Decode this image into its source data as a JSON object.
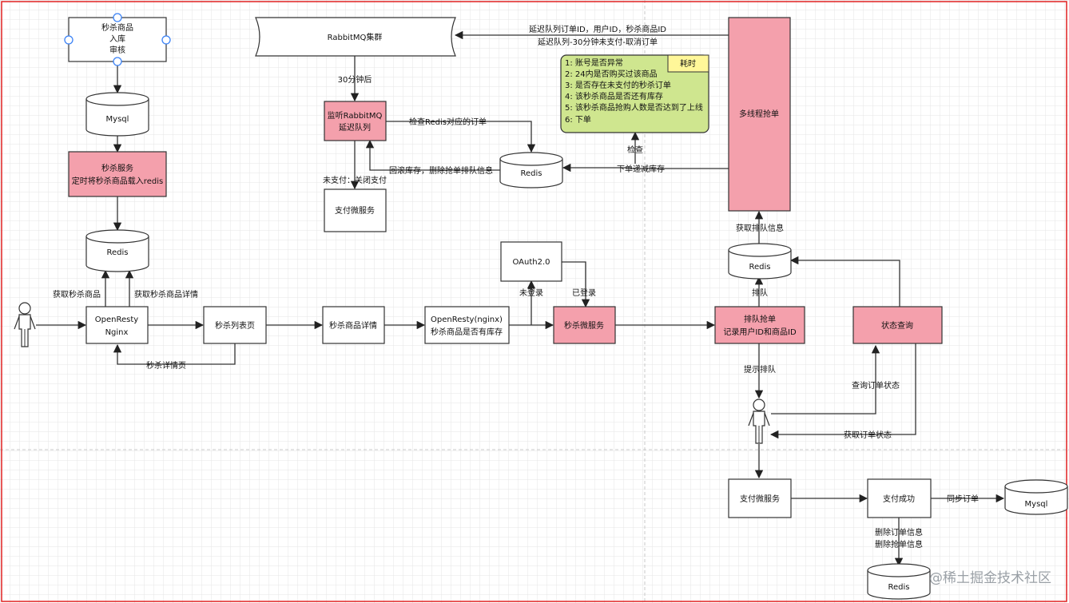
{
  "nodes": {
    "seckill_product": [
      "秒杀商品",
      "入库",
      "审核"
    ],
    "mysql_top": "Mysql",
    "seckill_service": [
      "秒杀服务",
      "定时将秒杀商品载入redis"
    ],
    "redis_left": "Redis",
    "openresty_nginx": [
      "OpenResty",
      "Nginx"
    ],
    "seckill_list": "秒杀列表页",
    "seckill_detail": "秒杀商品详情",
    "openresty_stock": [
      "OpenResty(nginx)",
      "秒杀商品是否有库存"
    ],
    "oauth": "OAuth2.0",
    "seckill_micro": "秒杀微服务",
    "rabbitmq": "RabbitMQ集群",
    "listen_mq": [
      "监听RabbitMQ",
      "延迟队列"
    ],
    "pay_service_top": "支付微服务",
    "redis_mid": "Redis",
    "multi_thread": "多线程抢单",
    "redis_right": "Redis",
    "queue_order": [
      "排队抢单",
      "记录用户ID和商品ID"
    ],
    "status_query": "状态查询",
    "pay_service_bottom": "支付微服务",
    "pay_success": "支付成功",
    "mysql_bottom": "Mysql",
    "redis_bottom": "Redis"
  },
  "note": {
    "tag": "耗时",
    "lines": [
      "1:  账号是否异常",
      "2:  24内是否购买过该商品",
      "3:  是否存在未支付的秒杀订单",
      "4:  该秒杀商品是否还有库存",
      "5:  该秒杀商品抢购人数是否达到了上线",
      "6:  下单"
    ]
  },
  "edges": {
    "get_seckill": "获取秒杀商品",
    "get_detail": "获取秒杀商品详情",
    "seckill_detail_page": "秒杀详情页",
    "not_logged_in": "未登录",
    "logged_in": "已登录",
    "delay_queue": [
      "延迟队列订单ID，用户ID，秒杀商品ID",
      "延迟队列-30分钟未支付-取消订单"
    ],
    "after_30min": "30分钟后",
    "check_redis_order": "检查Redis对应的订单",
    "rollback": "回滚库存，删除抢单排队信息",
    "unpaid_close": "未支付：关闭支付",
    "check": "检查",
    "order_deduct": "下单递减库存",
    "get_queue_info": "获取排队信息",
    "enqueue": "排队",
    "prompt_queue": "提示排队",
    "query_order_status": "查询订单状态",
    "get_order_status": "获取订单状态",
    "sync_order": "同步订单",
    "delete_info": [
      "删除订单信息",
      "删除抢单信息"
    ]
  },
  "watermark": "@稀土掘金技术社区"
}
